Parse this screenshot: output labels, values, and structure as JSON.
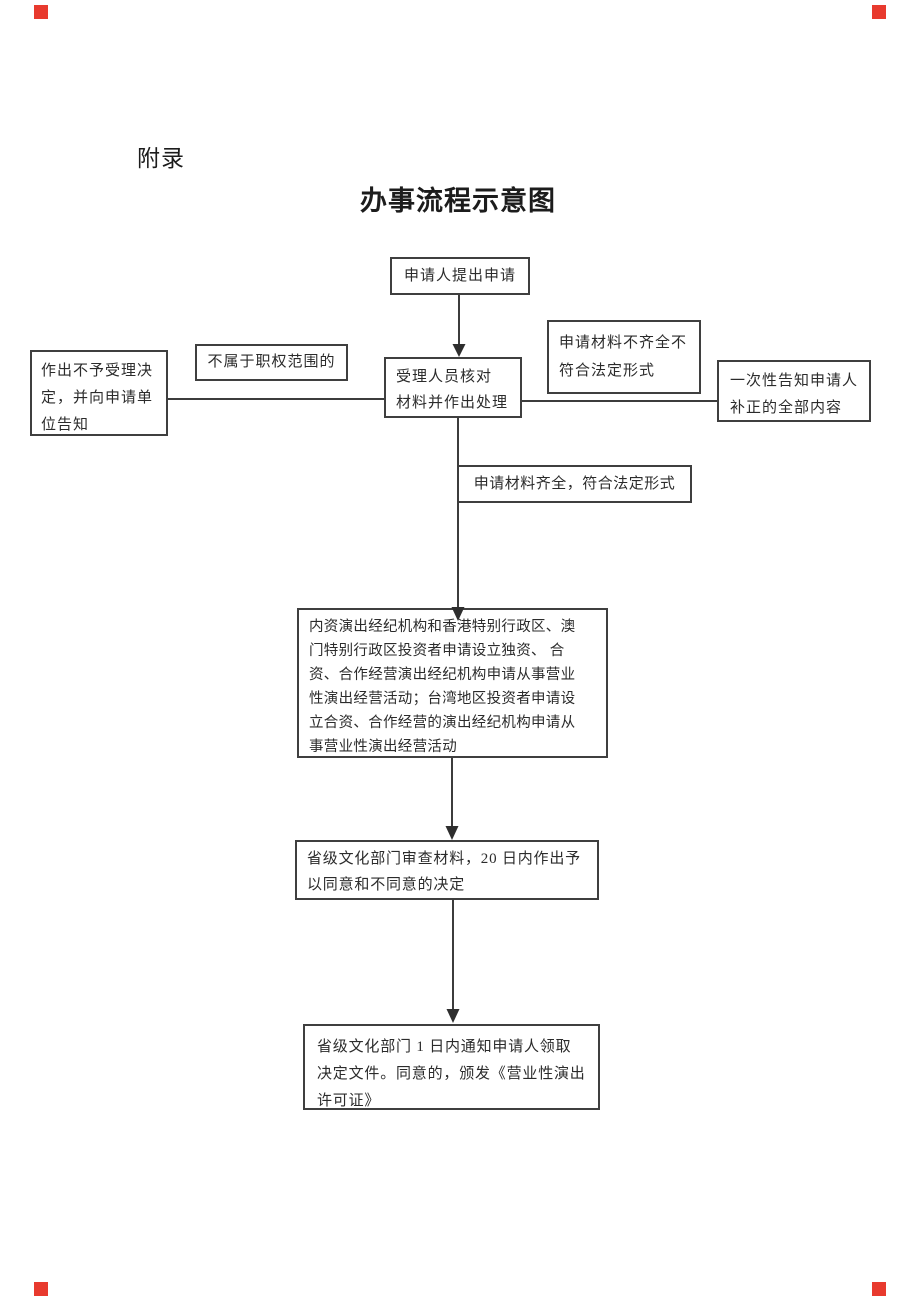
{
  "document": {
    "appendix_label": "附录",
    "title": "办事流程示意图"
  },
  "flowchart": {
    "nodes": {
      "start": "申请人提出申请",
      "materials_incomplete": "申请材料不齐全不\n符合法定形式",
      "out_of_scope": "不属于职权范围的",
      "reject_decision": "作出不予受理决\n定，并向申请单\n位告知",
      "review": "受理人员核对\n材料并作出处理",
      "one_time_notice": "一次性告知申请人\n补正的全部内容",
      "materials_complete": "申请材料齐全，符合法定形式",
      "applicant_scope": "内资演出经纪机构和香港特别行政区、澳\n门特别行政区投资者申请设立独资、 合\n资、合作经营演出经纪机构申请从事营业\n性演出经营活动；台湾地区投资者申请设\n立合资、合作经营的演出经纪机构申请从\n事营业性演出经营活动",
      "provincial_review": "省级文化部门审查材料，20 日内作出予\n以同意和不同意的决定",
      "decision_notice": "省级文化部门 1 日内通知申请人领取\n决定文件。同意的，颁发《营业性演出\n许可证》"
    }
  },
  "colors": {
    "background": "#ffffff",
    "line": "#3c3c3c",
    "text": "#2b2b2b",
    "corner_marker": "#e83a2e"
  }
}
